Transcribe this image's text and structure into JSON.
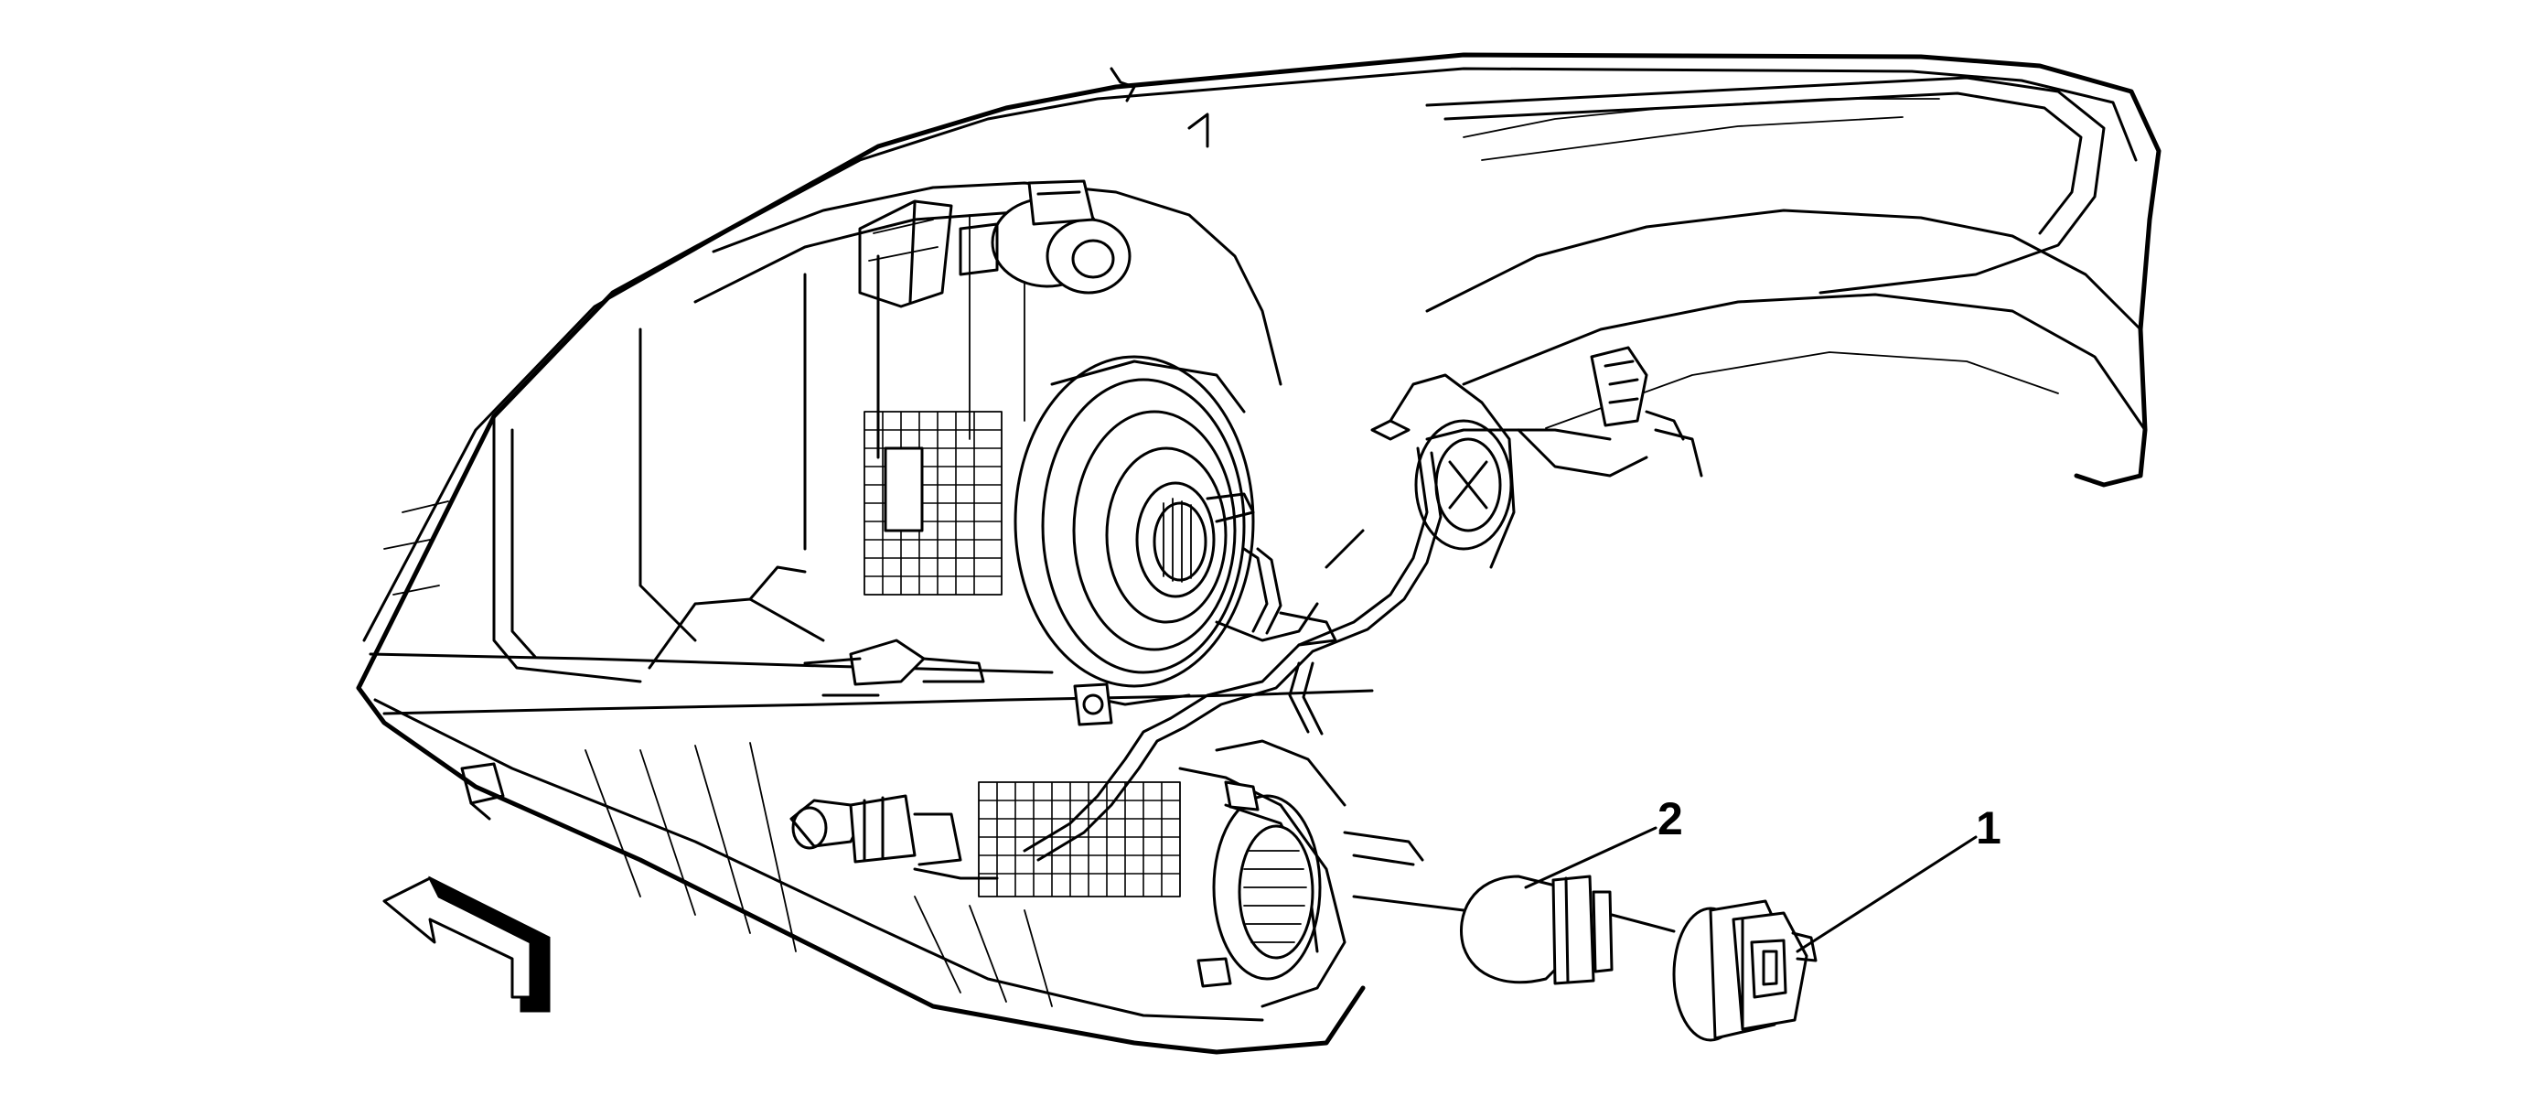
{
  "callouts": [
    {
      "id": "1",
      "label": "1"
    },
    {
      "id": "2",
      "label": "2"
    }
  ],
  "icons": {
    "direction_arrow": "forward-direction-arrow-icon"
  }
}
